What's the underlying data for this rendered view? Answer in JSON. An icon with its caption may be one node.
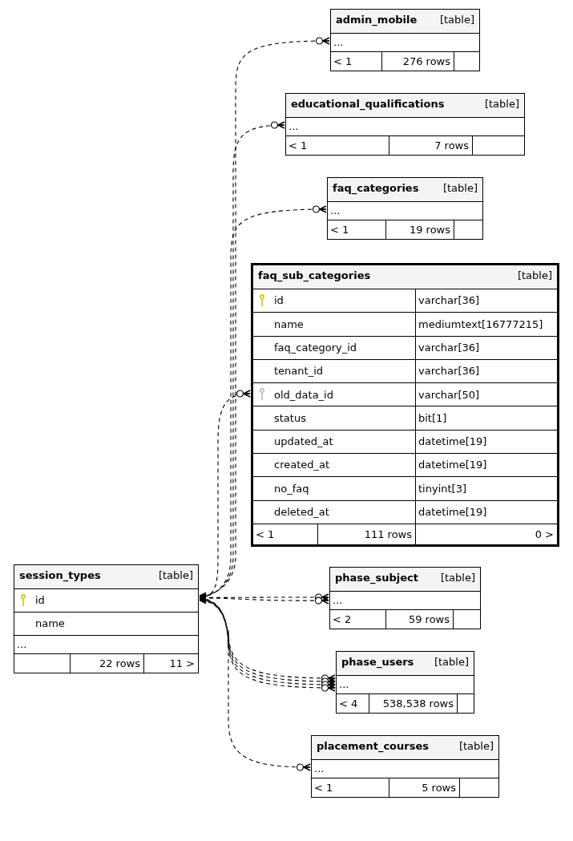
{
  "diagram": {
    "nodes": [
      {
        "text": [
          "admin_mobile",
          "[table]",
          "...",
          "< 1",
          "276 rows"
        ]
      },
      {
        "text": [
          "educational_qualifications",
          "[table]",
          "...",
          "< 1",
          "7 rows"
        ]
      },
      {
        "text": [
          "faq_categories",
          "[table]",
          "...",
          "< 1",
          "19 rows"
        ]
      },
      {
        "text": [
          "faq_sub_categories",
          "[table]",
          "id",
          "varchar[36]",
          "name",
          "mediumtext[16777215]",
          "faq_category_id",
          "varchar[36]",
          "tenant_id",
          "varchar[36]",
          "old_data_id",
          "varchar[50]",
          "status",
          "bit[1]",
          "updated_at",
          "datetime[19]",
          "created_at",
          "datetime[19]",
          "no_faq",
          "tinyint[3]",
          "deleted_at",
          "datetime[19]",
          "< 1",
          "111 rows",
          "0 >"
        ]
      },
      {
        "text": [
          "session_types",
          "[table]",
          "id",
          "name",
          "...",
          "22 rows",
          "11 >"
        ]
      },
      {
        "text": [
          "phase_subject",
          "[table]",
          "...",
          "< 2",
          "59 rows"
        ]
      },
      {
        "text": [
          "phase_users",
          "[table]",
          "...",
          "< 4",
          "538,538 rows"
        ]
      },
      {
        "text": [
          "placement_courses",
          "[table]",
          "...",
          "< 1",
          "5 rows"
        ]
      }
    ],
    "edges": [
      {
        "from": 0,
        "to": 4,
        "arrow": "to"
      },
      {
        "from": 1,
        "to": 4,
        "arrow": "to"
      },
      {
        "from": 2,
        "to": 4,
        "arrow": "to"
      },
      {
        "from": 3,
        "to": 4,
        "arrow": "to"
      },
      {
        "from": 5,
        "to": 4,
        "arrow": "to"
      },
      {
        "from": 5,
        "to": 4,
        "arrow": "to"
      },
      {
        "from": 6,
        "to": 4,
        "arrow": "to"
      },
      {
        "from": 6,
        "to": 4,
        "arrow": "to"
      },
      {
        "from": 6,
        "to": 4,
        "arrow": "to"
      },
      {
        "from": 6,
        "to": 4,
        "arrow": "to"
      },
      {
        "from": 7,
        "to": 4,
        "arrow": "to"
      }
    ]
  }
}
